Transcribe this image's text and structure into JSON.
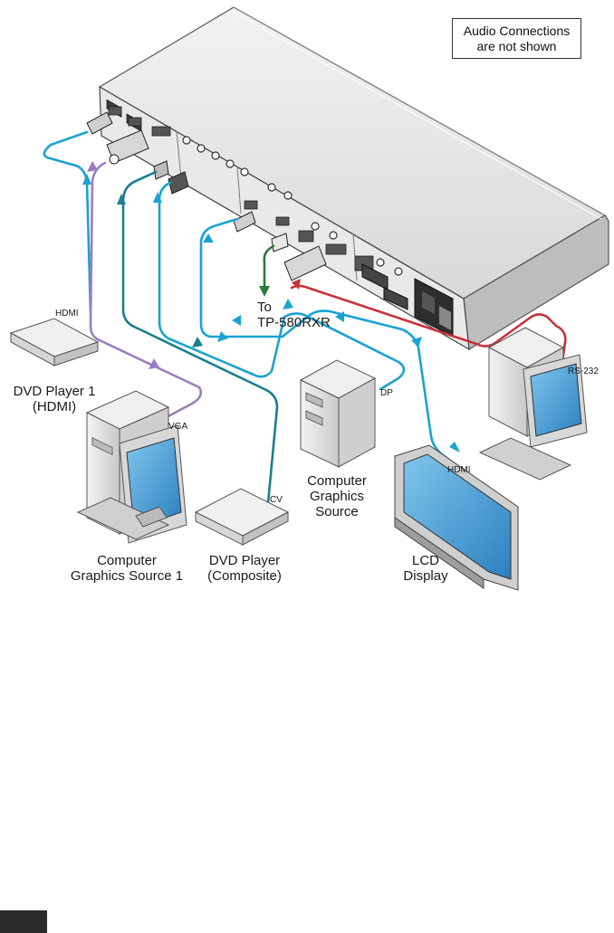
{
  "note": {
    "line1": "Audio Connections",
    "line2": "are not shown"
  },
  "labels": {
    "hdmi_in": "HDMI",
    "vga": "VGA",
    "cv": "CV",
    "dp": "DP",
    "hdmi_out": "HDMI",
    "rs232": "RS-232",
    "to_line1": "To",
    "to_line2": "TP-580RXR"
  },
  "devices": {
    "dvd1_line1": "DVD Player 1",
    "dvd1_line2": "(HDMI)",
    "cgs1_line1": "Computer",
    "cgs1_line2": "Graphics Source 1",
    "dvd2_line1": "DVD Player",
    "dvd2_line2": "(Composite)",
    "cgs_line1": "Computer",
    "cgs_line2": "Graphics",
    "cgs_line3": "Source",
    "lcd_line1": "LCD",
    "lcd_line2": "Display"
  },
  "colors": {
    "hdmi_cable": "#1aa3d0",
    "vga_cable": "#9a7fc0",
    "cv_cable": "#1a7f8f",
    "rs232_cable": "#c8323a",
    "tp_cable": "#2a7a3a"
  }
}
